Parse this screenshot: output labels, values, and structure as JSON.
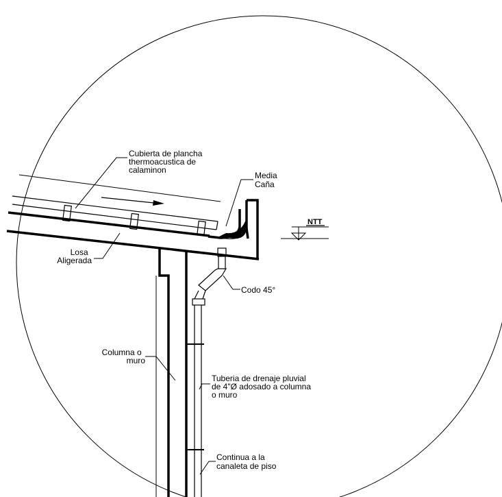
{
  "labels": {
    "cubierta": [
      "Cubierta de plancha",
      "thermoacustica de",
      "calaminon"
    ],
    "media_cana": [
      "Media",
      "Caña"
    ],
    "ntt": "NTT",
    "losa": [
      "Losa",
      "Aligerada"
    ],
    "codo": "Codo 45°",
    "columna": [
      "Columna o",
      "muro"
    ],
    "tuberia": [
      "Tuberia de drenaje pluvial",
      "de 4\"Ø adosado a columna",
      "o muro"
    ],
    "continua": [
      "Continua a la",
      "canaleta de piso"
    ]
  }
}
